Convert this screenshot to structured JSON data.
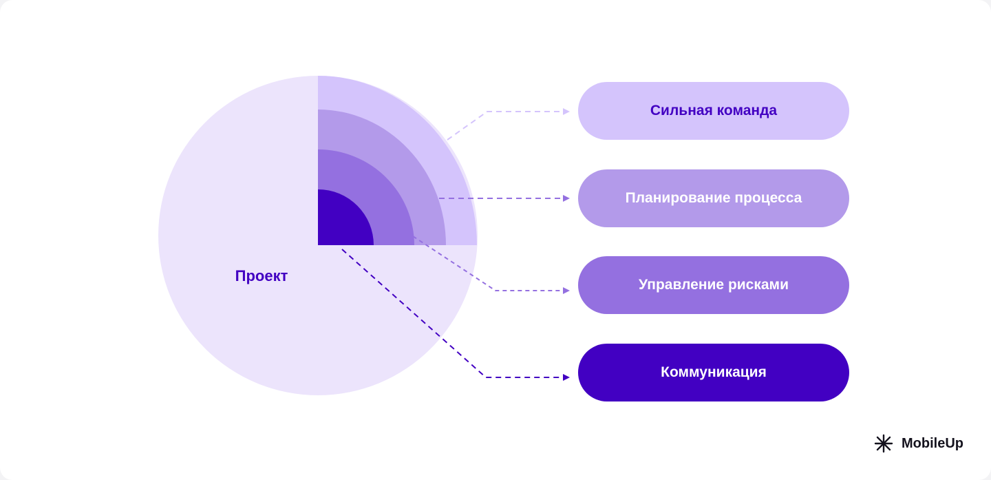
{
  "center": {
    "label": "Проект",
    "color": "#ece4fc"
  },
  "items": [
    {
      "label": "Сильная команда",
      "bg": "#d4c4fc",
      "text": "#4200c2"
    },
    {
      "label": "Планирование процесса",
      "bg": "#b39aea",
      "text": "#ffffff"
    },
    {
      "label": "Управление рисками",
      "bg": "#9470e0",
      "text": "#ffffff"
    },
    {
      "label": "Коммуникация",
      "bg": "#4200c2",
      "text": "#ffffff"
    }
  ],
  "logo": {
    "text": "MobileUp",
    "icon": "asterisk-icon"
  }
}
